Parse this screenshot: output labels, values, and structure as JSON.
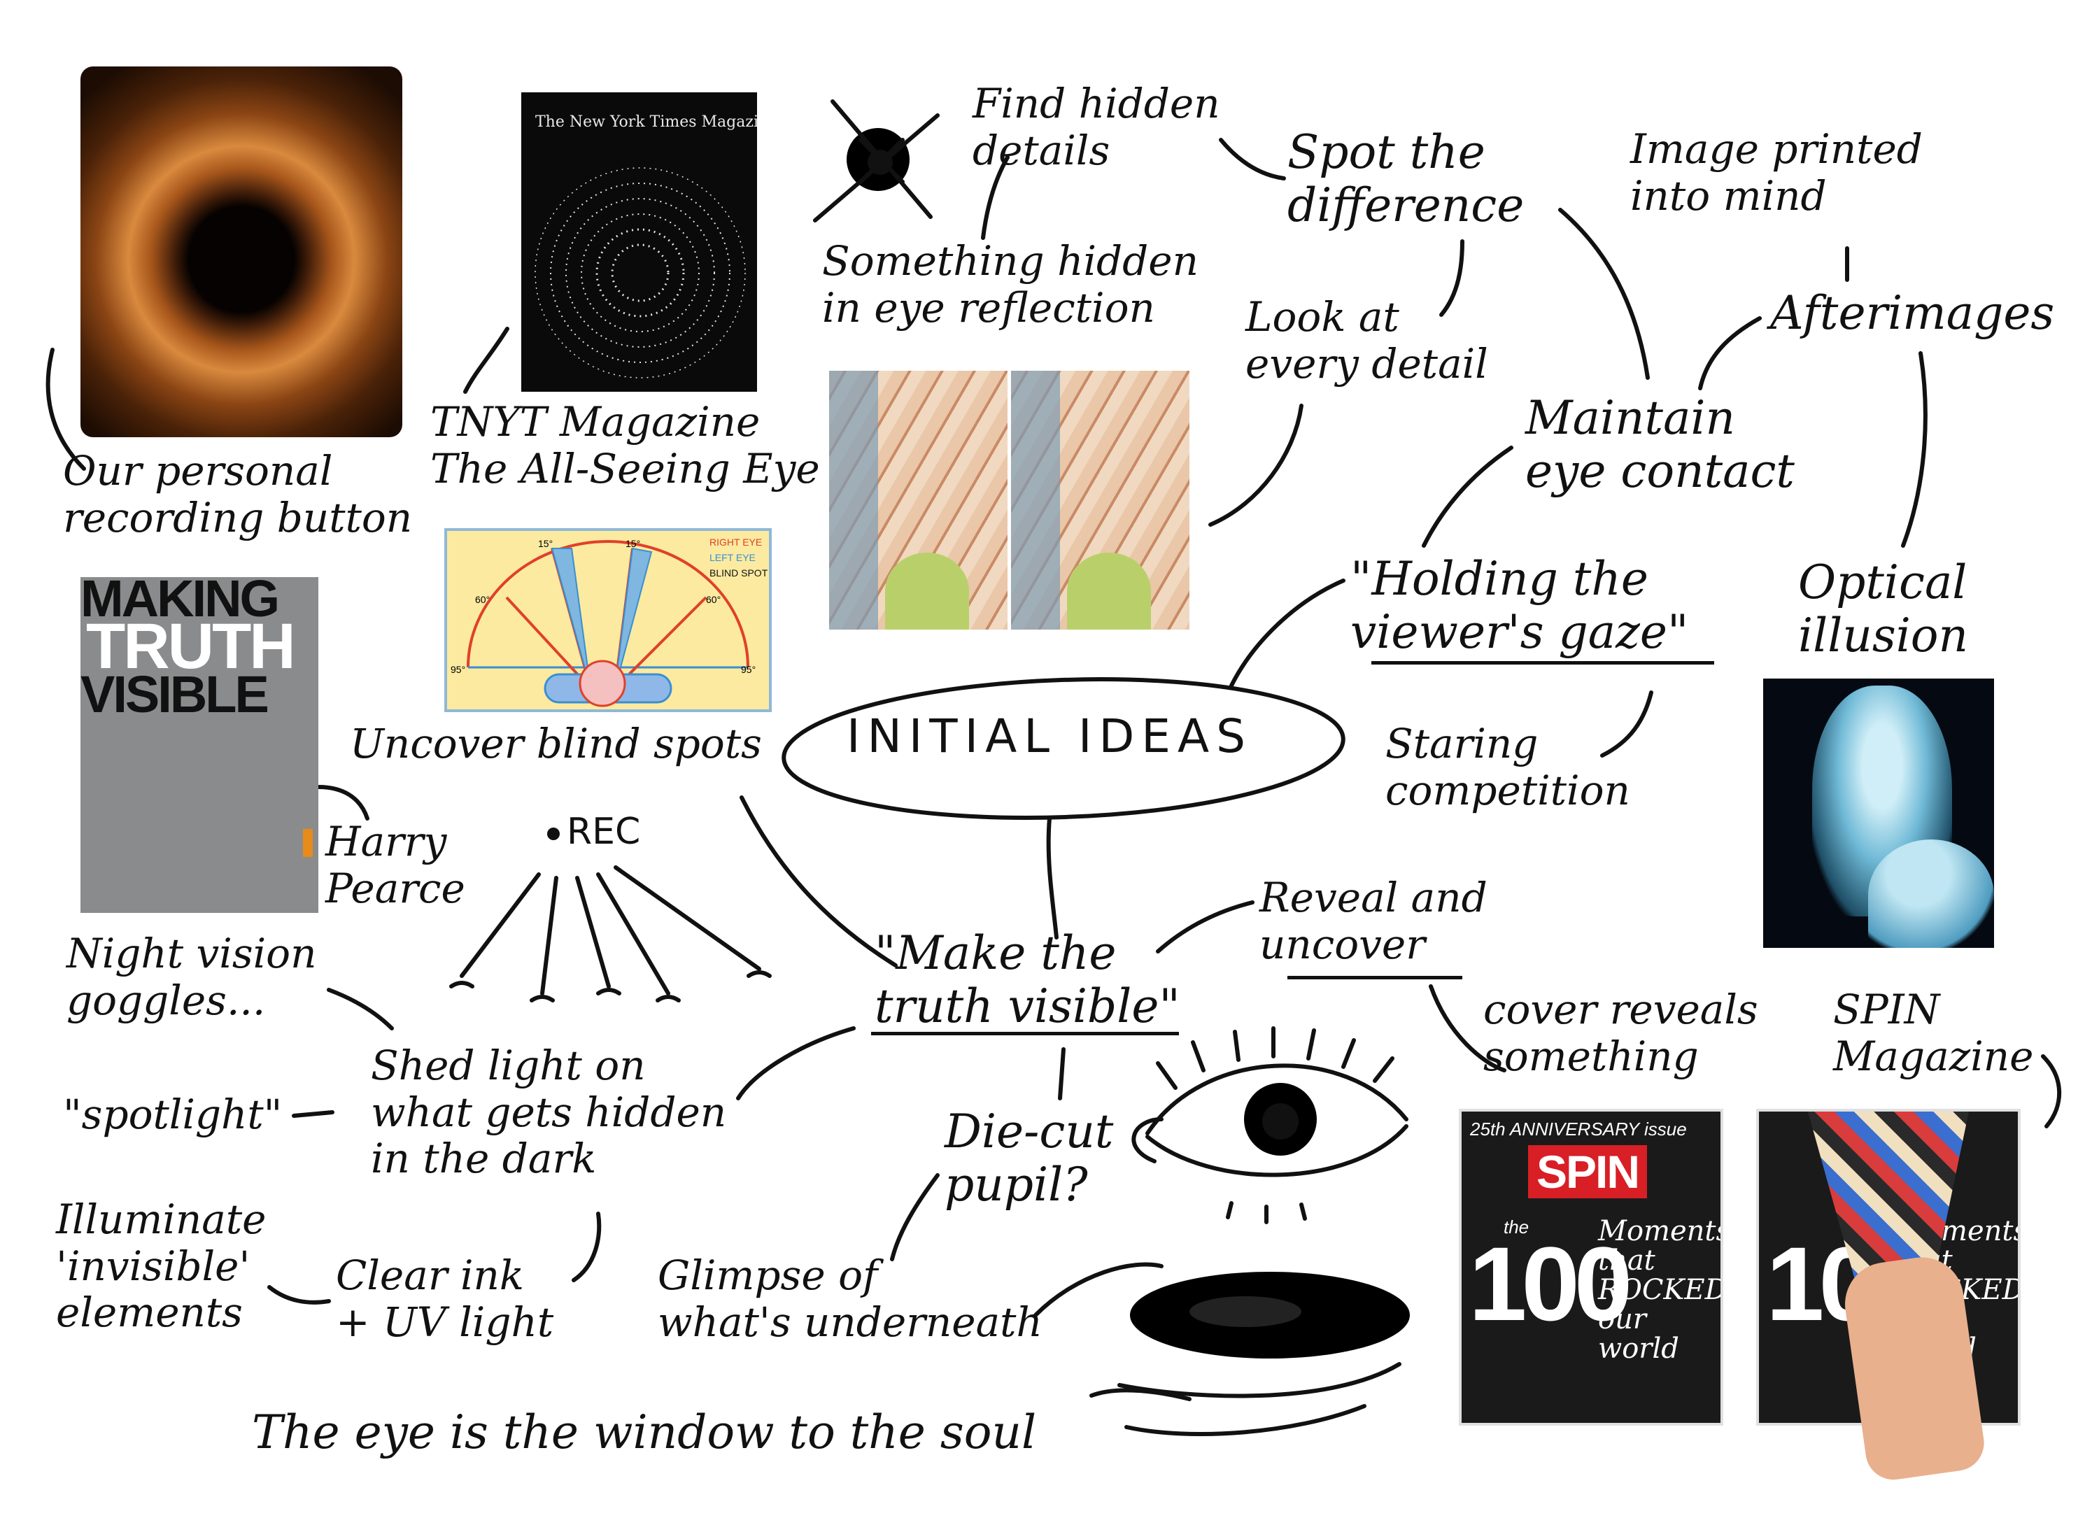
{
  "center": {
    "label": "INITIAL IDEAS"
  },
  "notes": {
    "recording_button": "Our personal\nrecording button",
    "nyt_caption": "TNYT Magazine\nThe All-Seeing Eye",
    "find_hidden": "Find hidden\ndetails",
    "something_hidden": "Something hidden\nin eye reflection",
    "spot_difference": "Spot the\ndifference",
    "look_detail": "Look at\nevery detail",
    "image_printed": "Image printed\ninto mind",
    "afterimages": "Afterimages",
    "maintain_eye": "Maintain\neye contact",
    "holding_gaze": "\"Holding the\nviewer's gaze\"",
    "optical_illusion": "Optical\nillusion",
    "staring": "Staring\ncompetition",
    "uncover_blind": "Uncover blind spots",
    "harry_pearce": "Harry\nPearce",
    "rec": "REC",
    "night_vision": "Night vision\ngoggles...",
    "spotlight": "\"spotlight\"",
    "shed_light": "Shed light on\nwhat gets hidden\nin the dark",
    "make_truth": "\"Make the\ntruth visible\"",
    "reveal_uncover": "Reveal and\nuncover",
    "cover_reveals": "cover reveals\nsomething",
    "spin_magazine": "SPIN\nMagazine",
    "die_cut": "Die-cut\npupil?",
    "illuminate": "Illuminate\n'invisible'\nelements",
    "clear_ink": "Clear ink\n+ UV light",
    "glimpse": "Glimpse of\nwhat's underneath",
    "eye_soul": "The eye is the window to the soul"
  },
  "images": {
    "nyt_title": "The New York Times Magazine",
    "poster": {
      "line1": "MAKING",
      "line2": "TRUTH",
      "line3": "VISIBLE"
    },
    "blind_spot": {
      "legend": [
        "RIGHT EYE",
        "LEFT EYE",
        "BLIND SPOT"
      ],
      "ticks": [
        "15°",
        "15°",
        "60°",
        "60°",
        "95°",
        "95°"
      ]
    },
    "spin": {
      "banner": "25th ANNIVERSARY issue",
      "logo": "SPIN",
      "the": "the",
      "number": "100",
      "moments": "Moments\nthat\nROCKED\nour\nworld"
    }
  },
  "colors": {
    "ink": "#111111",
    "eye_iris": "#d98a3e",
    "spin_red": "#d81f26",
    "blind_spot_bg": "#fbeaa0",
    "right_eye": "#e0402a",
    "left_eye": "#3a8fd0"
  }
}
